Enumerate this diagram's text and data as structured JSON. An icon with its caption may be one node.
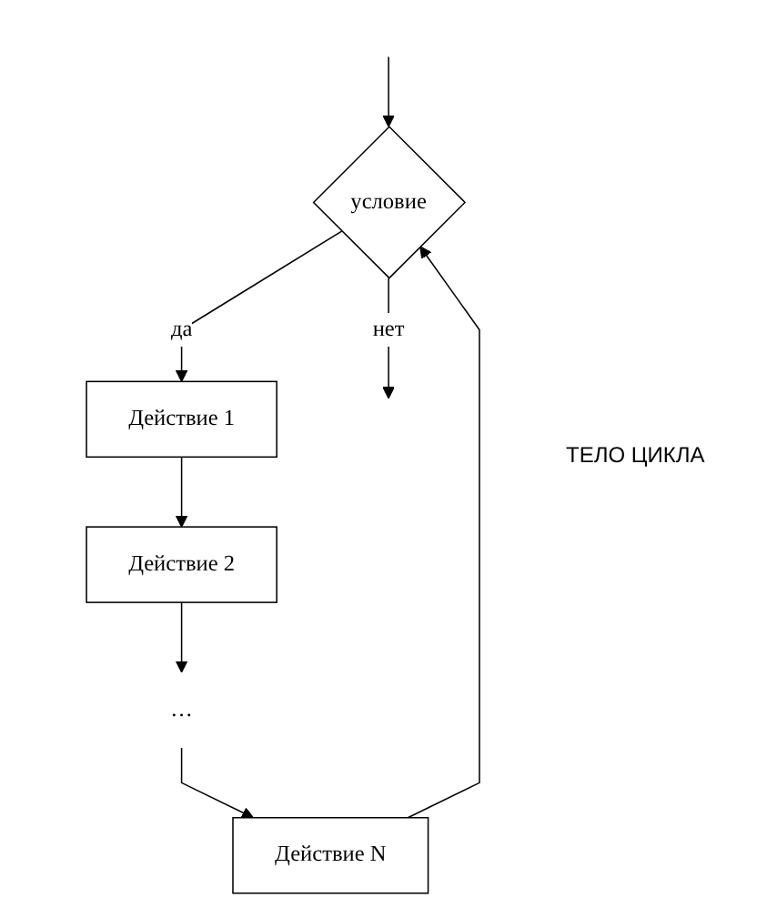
{
  "diagram": {
    "nodes": [
      {
        "text": [
          "условие"
        ]
      },
      {
        "text": [
          "Действие 1"
        ]
      },
      {
        "text": [
          "Действие 2"
        ]
      },
      {
        "text": [
          "…"
        ]
      },
      {
        "text": [
          "Действие N"
        ]
      }
    ],
    "edges": [
      {
        "from": null,
        "to": 0,
        "arrow": "to"
      },
      {
        "from": 0,
        "to": null,
        "arrow": "to",
        "label": "нет"
      },
      {
        "from": 0,
        "to": 1,
        "arrow": "to",
        "label": "да"
      },
      {
        "from": 1,
        "to": 2,
        "arrow": "to"
      },
      {
        "from": 2,
        "to": 3,
        "arrow": "to"
      },
      {
        "from": 3,
        "to": 4,
        "arrow": "to"
      },
      {
        "from": 4,
        "to": 0,
        "arrow": "to"
      }
    ],
    "labels": [
      "ТЕЛО ЦИКЛА"
    ]
  }
}
